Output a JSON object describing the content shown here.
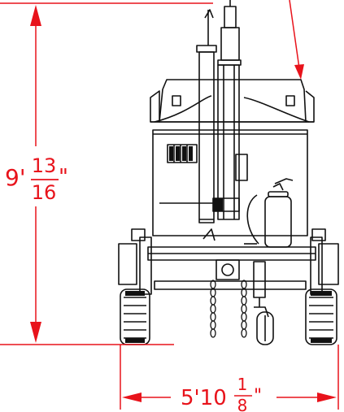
{
  "dimension_color": "#e8131b",
  "drawing_color": "#111111",
  "height_dimension": {
    "whole": "9'",
    "numerator": "13",
    "denominator": "16",
    "suffix": "\""
  },
  "width_dimension": {
    "whole": "5'10",
    "numerator": "1",
    "denominator": "8",
    "suffix": "\""
  }
}
